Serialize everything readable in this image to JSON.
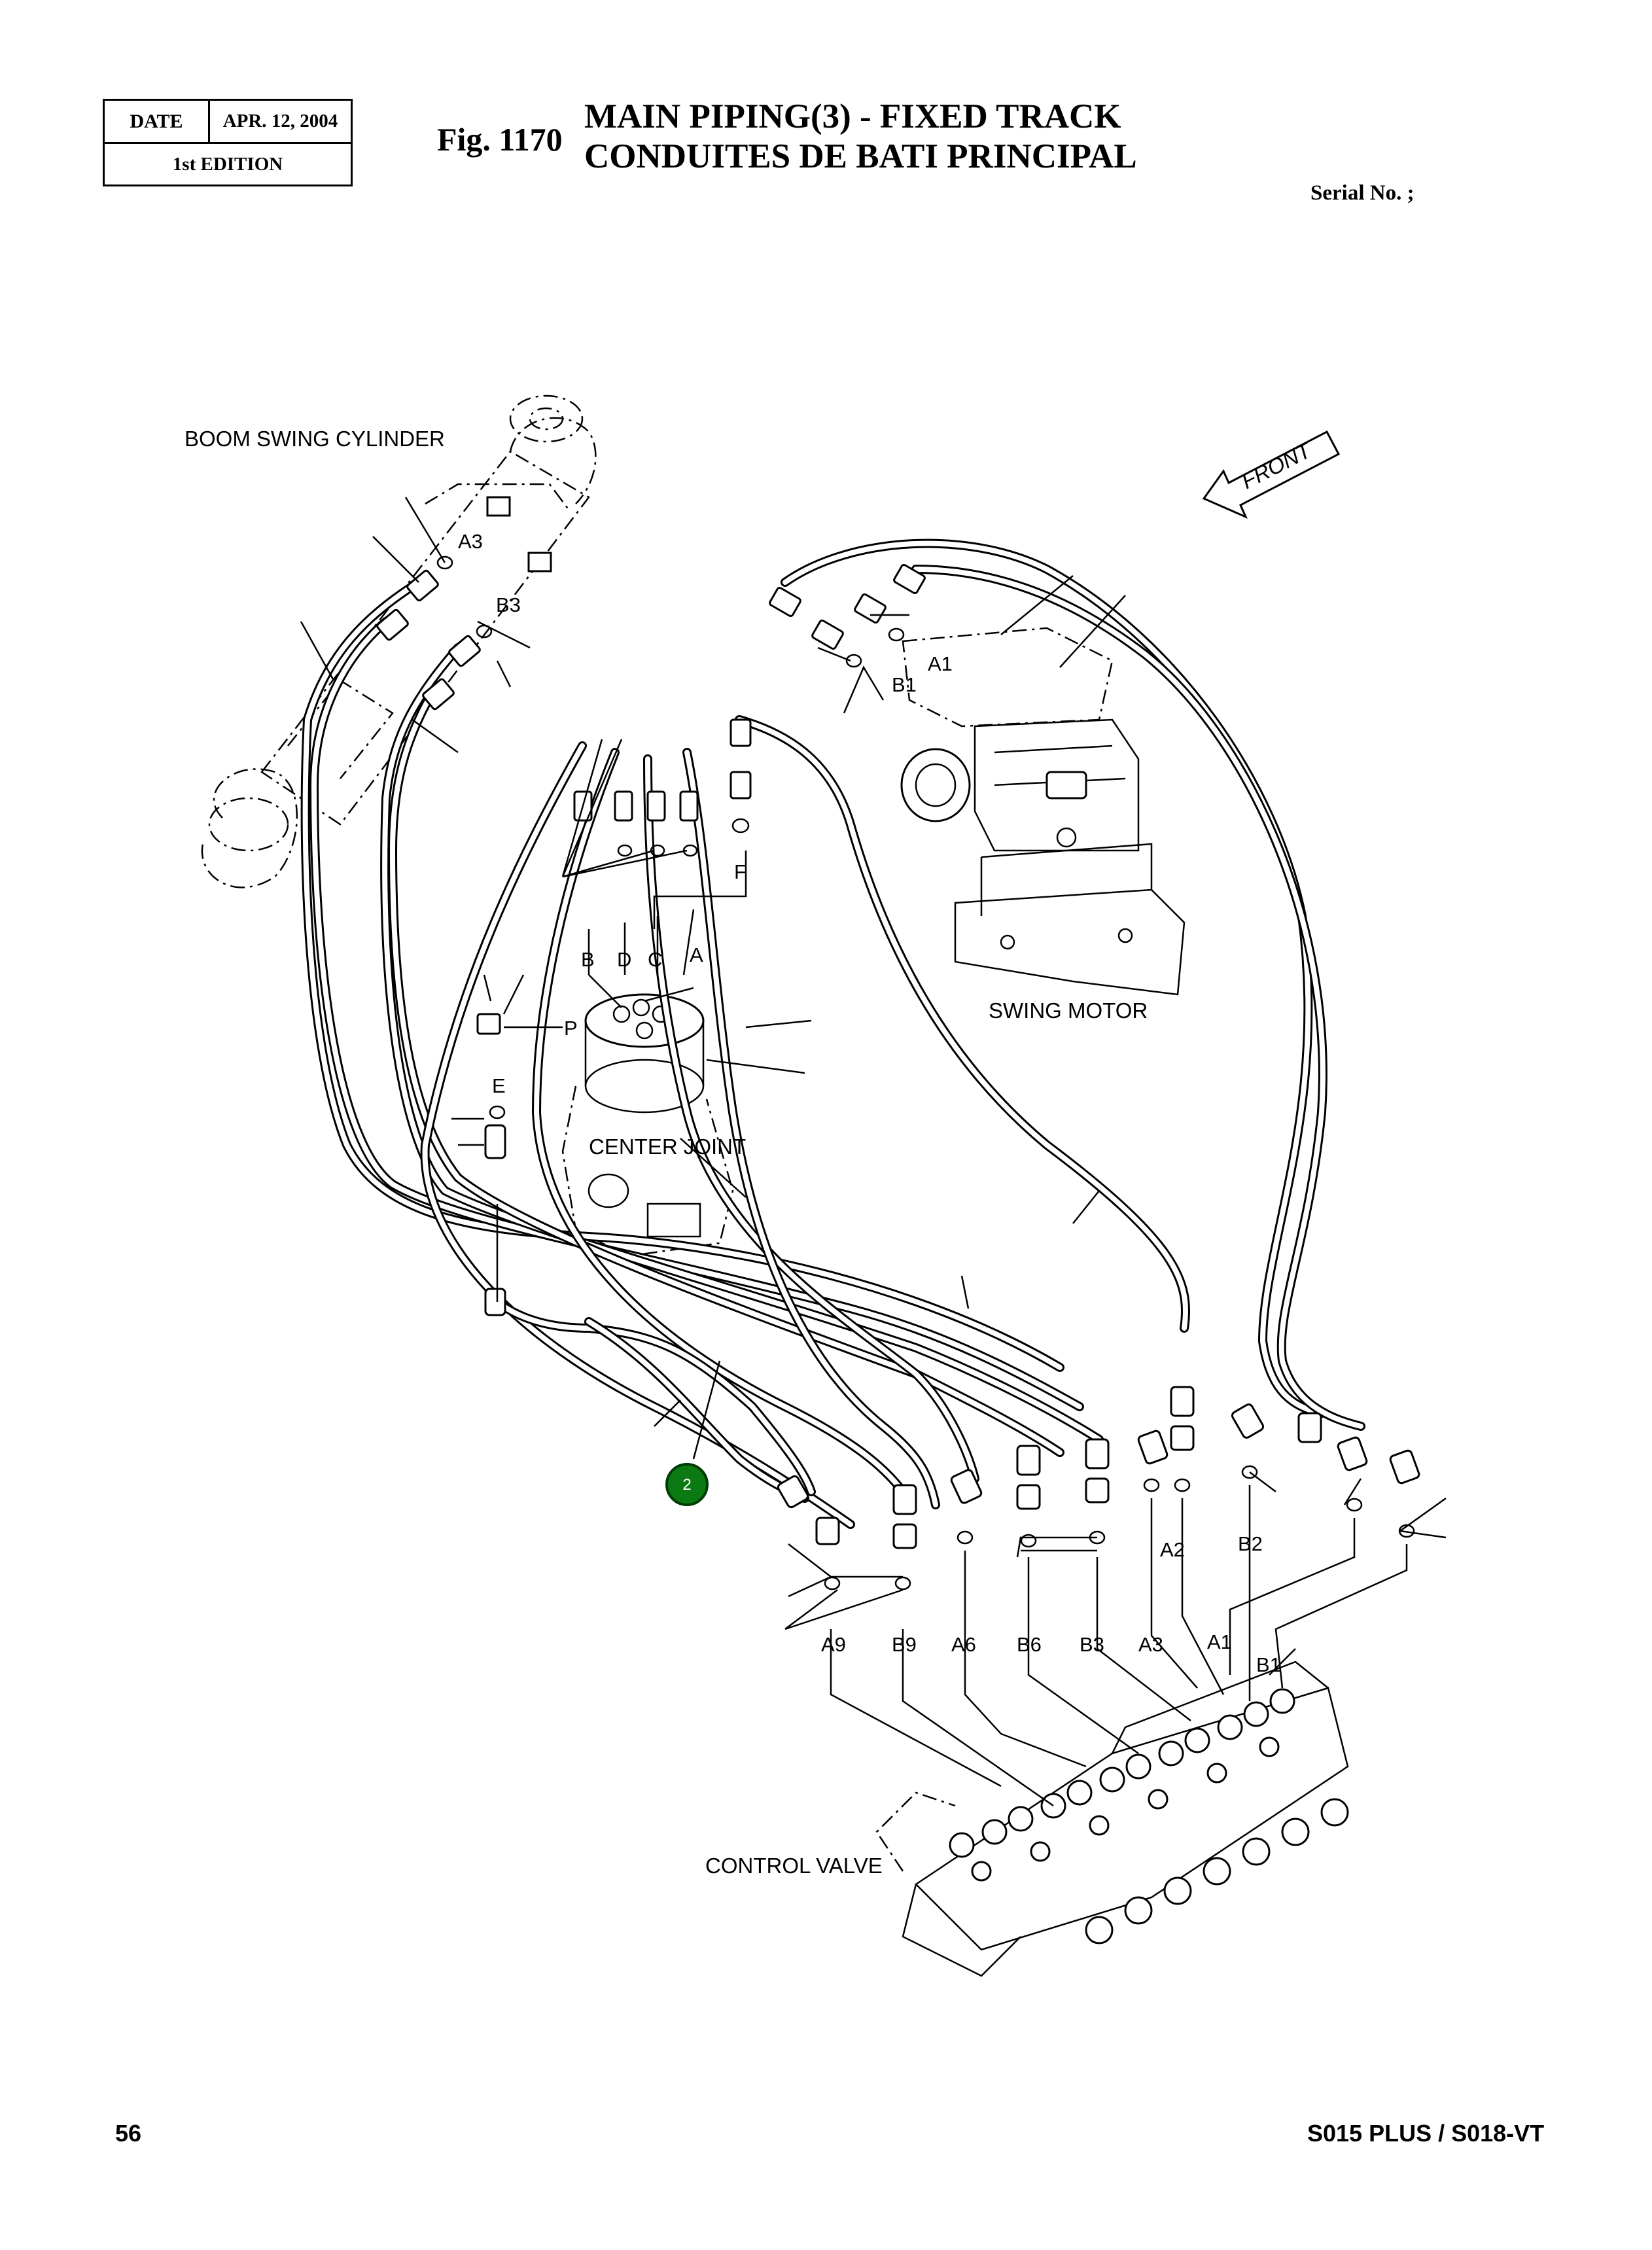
{
  "header": {
    "date_label": "DATE",
    "date_value": "APR. 12, 2004",
    "edition": "1st EDITION",
    "fig_label": "Fig. 1170",
    "title_line1": "MAIN PIPING(3) - FIXED TRACK",
    "title_line2": "CONDUITES DE BATI PRINCIPAL",
    "serial": "Serial No. ;"
  },
  "diagram": {
    "components": {
      "boom_swing_cylinder": "BOOM SWING CYLINDER",
      "swing_motor": "SWING MOTOR",
      "center_joint": "CENTER JOINT",
      "control_valve": "CONTROL VALVE",
      "front": "FRONT"
    },
    "ports": {
      "a3_top": "A3",
      "b3_top": "B3",
      "a1_top": "A1",
      "b1_top": "B1",
      "f": "F",
      "b": "B",
      "d": "D",
      "c": "C",
      "a": "A",
      "p": "P",
      "e": "E",
      "a2": "A2",
      "b2": "B2",
      "a9": "A9",
      "b9": "B9",
      "a6": "A6",
      "b6": "B6",
      "b3_bottom": "B3",
      "a3_bottom": "A3",
      "a1_bottom": "A1",
      "b1_bottom": "B1"
    },
    "callout": "2"
  },
  "footer": {
    "page_number": "56",
    "model": "S015 PLUS / S018-VT"
  }
}
